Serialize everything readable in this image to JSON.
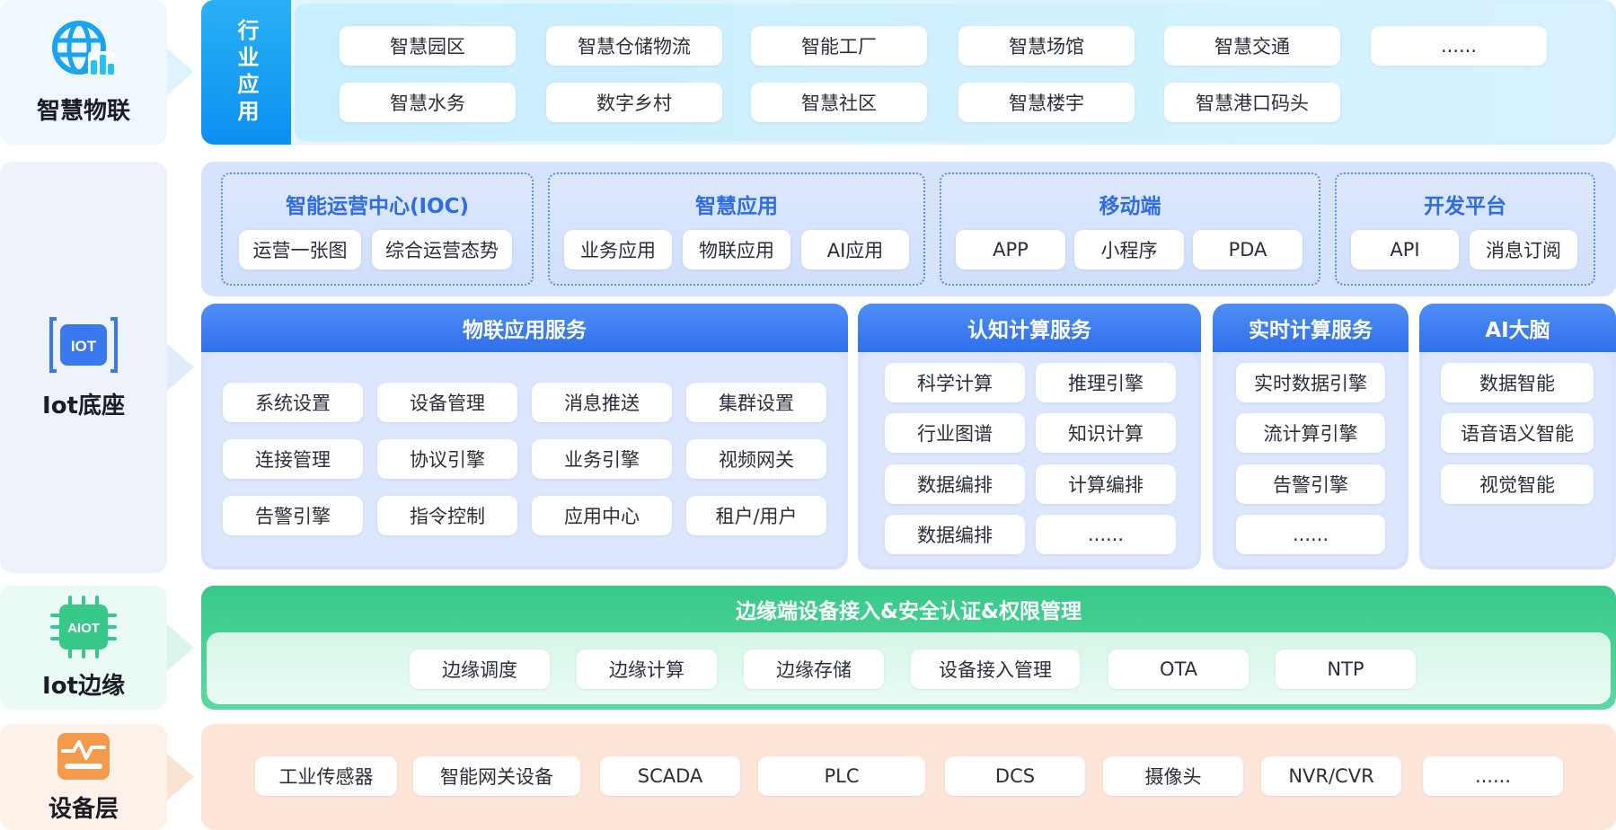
{
  "colors": {
    "industry_blue": "#0c8ff0",
    "iot_blue": "#2f6fea",
    "edge_green": "#38c98a",
    "device_orange": "#f39a4d"
  },
  "layers": {
    "smart_iot": {
      "label": "智慧物联",
      "icon": "globe-signal-icon",
      "tag": "行业应用",
      "items": [
        "智慧园区",
        "智慧仓储物流",
        "智能工厂",
        "智慧场馆",
        "智慧交通",
        "......",
        "智慧水务",
        "数字乡村",
        "智慧社区",
        "智慧楼宇",
        "智慧港口码头"
      ]
    },
    "iot_base": {
      "label": "Iot底座",
      "icon": "iot-icon",
      "icon_text": "IOT",
      "groups": [
        {
          "title": "智能运营中心(IOC)",
          "items": [
            "运营一张图",
            "综合运营态势"
          ]
        },
        {
          "title": "智慧应用",
          "items": [
            "业务应用",
            "物联应用",
            "AI应用"
          ]
        },
        {
          "title": "移动端",
          "items": [
            "APP",
            "小程序",
            "PDA"
          ]
        },
        {
          "title": "开发平台",
          "items": [
            "API",
            "消息订阅"
          ]
        }
      ],
      "services": [
        {
          "title": "物联应用服务",
          "items": [
            "系统设置",
            "设备管理",
            "消息推送",
            "集群设置",
            "连接管理",
            "协议引擎",
            "业务引擎",
            "视频网关",
            "告警引擎",
            "指令控制",
            "应用中心",
            "租户/用户"
          ]
        },
        {
          "title": "认知计算服务",
          "items": [
            "科学计算",
            "推理引擎",
            "行业图谱",
            "知识计算",
            "数据编排",
            "计算编排",
            "数据编排",
            "......"
          ]
        },
        {
          "title": "实时计算服务",
          "items": [
            "实时数据引擎",
            "流计算引擎",
            "告警引擎",
            "......"
          ]
        },
        {
          "title": "AI大脑",
          "items": [
            "数据智能",
            "语音语义智能",
            "视觉智能"
          ]
        }
      ]
    },
    "iot_edge": {
      "label": "Iot边缘",
      "icon": "aiot-chip-icon",
      "icon_text": "AIOT",
      "title": "边缘端设备接入&安全认证&权限管理",
      "items": [
        "边缘调度",
        "边缘计算",
        "边缘存储",
        "设备接入管理",
        "OTA",
        "NTP"
      ]
    },
    "device": {
      "label": "设备层",
      "icon": "device-chart-icon",
      "items": [
        "工业传感器",
        "智能网关设备",
        "SCADA",
        "PLC",
        "DCS",
        "摄像头",
        "NVR/CVR",
        "......"
      ]
    }
  }
}
